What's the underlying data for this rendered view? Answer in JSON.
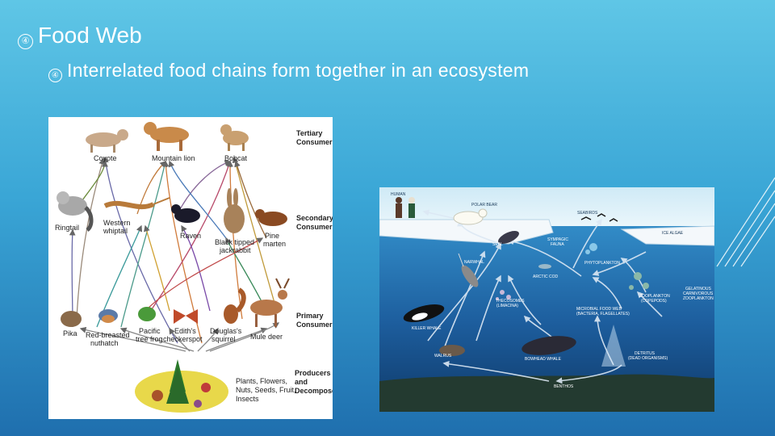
{
  "slide": {
    "title": "Food Web",
    "subtitle": "Interrelated food chains form together in an ecosystem",
    "bullet_glyph": "④"
  },
  "colors": {
    "background_top": "#5fc6e6",
    "background_bottom": "#1f6fae",
    "text": "#ffffff"
  },
  "land_web": {
    "level_labels": {
      "tertiary": [
        "Tertiary",
        "Consumers"
      ],
      "secondary": [
        "Secondary",
        "Consumers"
      ],
      "primary": [
        "Primary",
        "Consumers"
      ],
      "producers": [
        "Producers",
        "and",
        "Decomposers"
      ]
    },
    "animals": {
      "coyote": "Coyote",
      "mountain_lion": "Mountain lion",
      "bobcat": "Bobcat",
      "ringtail": "Ringtail",
      "whiptail": [
        "Western",
        "whiptail"
      ],
      "raven": "Raven",
      "jackrabbit": [
        "Black tipped",
        "jackrabbit"
      ],
      "pine_marten": [
        "Pine",
        "marten"
      ],
      "pika": "Pika",
      "nuthatch": [
        "Red-breasted",
        "nuthatch"
      ],
      "tree_frog": [
        "Pacific",
        "tree frog"
      ],
      "checkerspot": [
        "Edith's",
        "checkerspot"
      ],
      "squirrel": [
        "Douglas's",
        "squirrel"
      ],
      "mule_deer": "Mule deer"
    },
    "producers_text": [
      "Plants, Flowers,",
      "Nuts, Seeds, Fruit,",
      "Insects"
    ]
  },
  "ocean_web": {
    "labels": {
      "human": "HUMAN",
      "polar_bear": "POLAR BEAR",
      "seabirds": "SEABIRDS",
      "ice_algae": "ICE ALGAE",
      "seal": "SEAL",
      "narwhal": "NARWHAL",
      "sympagic_fauna": [
        "SYMPAGIC",
        "FAUNA"
      ],
      "phytoplankton": "PHYTOPLANKTON",
      "arctic_cod": "ARCTIC COD",
      "killer_whale": "KILLER WHALE",
      "walrus": "WALRUS",
      "thecosomes": [
        "THECOSOMES",
        "(LIMACINA)"
      ],
      "microbial_food_web": [
        "MICROBIAL FOOD WEB",
        "(BACTERIA, FLAGELLATES)"
      ],
      "zooplankton": [
        "ZOOPLANKTON",
        "(COPEPODS)"
      ],
      "gelatinous": [
        "GELATINOUS",
        "CARNIVOROUS",
        "ZOOPLANKTON"
      ],
      "bowhead_whale": "BOWHEAD WHALE",
      "detritus": [
        "DETRITUS",
        "(DEAD ORGANISMS)"
      ],
      "benthos": "BENTHOS"
    }
  }
}
